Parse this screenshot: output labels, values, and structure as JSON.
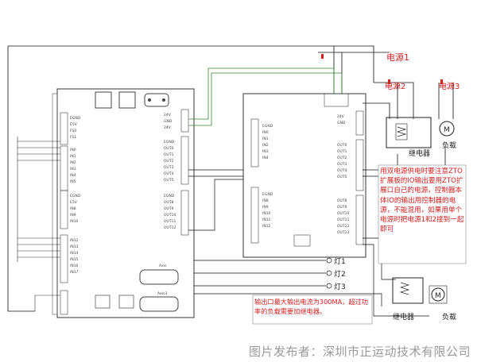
{
  "power": {
    "source1": "电源1",
    "source2": "电源2",
    "source3": "电源3"
  },
  "relay_label": "继电器",
  "load_label": "负载",
  "motor_symbol": "M",
  "lamps": [
    "灯1",
    "灯2",
    "灯3"
  ],
  "note_right": "用双电源供电时要注意ZTO扩展板的IO输出要用ZTO扩展口自己的电源，控制器本体IO的输出用控制器的电源，不能混用，如果用单个电源时把电源1和2接到一起即可",
  "note_bottom": "输出口最大输出电流为300MA，超过功率的负载需要加继电器。",
  "connectors": {
    "axis_top": "Axis",
    "axis_bottom": "Axis3"
  },
  "footer": "图片发布者：深圳市正运动技术有限公司",
  "colors": {
    "wire": "#111111",
    "green_wire": "#2e8b2e",
    "red_text": "#d42020",
    "board": "#333333"
  }
}
